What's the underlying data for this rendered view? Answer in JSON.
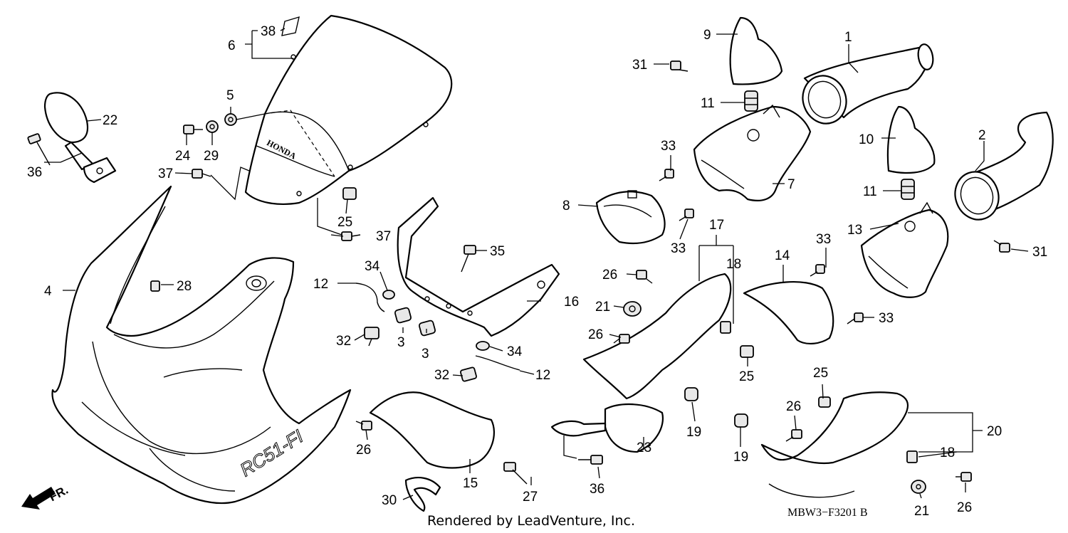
{
  "diagram": {
    "callouts": {
      "c1": "1",
      "c2": "2",
      "c3a": "3",
      "c3b": "3",
      "c4": "4",
      "c5": "5",
      "c6": "6",
      "c7": "7",
      "c8": "8",
      "c9": "9",
      "c10": "10",
      "c11a": "11",
      "c11b": "11",
      "c12a": "12",
      "c12b": "12",
      "c13": "13",
      "c14": "14",
      "c15": "15",
      "c16": "16",
      "c17": "17",
      "c18a": "18",
      "c18b": "18",
      "c19a": "19",
      "c19b": "19",
      "c20": "20",
      "c21a": "21",
      "c21b": "21",
      "c22": "22",
      "c23": "23",
      "c24": "24",
      "c25a": "25",
      "c25b": "25",
      "c25c": "25",
      "c26a": "26",
      "c26b": "26",
      "c26c": "26",
      "c26d": "26",
      "c26e": "26",
      "c27": "27",
      "c28": "28",
      "c29": "29",
      "c30": "30",
      "c31a": "31",
      "c31b": "31",
      "c32a": "32",
      "c32b": "32",
      "c33a": "33",
      "c33b": "33",
      "c33c": "33",
      "c33d": "33",
      "c34a": "34",
      "c34b": "34",
      "c35": "35",
      "c36a": "36",
      "c36b": "36",
      "c37a": "37",
      "c37b": "37",
      "c38": "38"
    },
    "decals": {
      "windscreen_brand": "HONDA",
      "fairing_model": "RC51-FI"
    },
    "direction_label": "FR.",
    "diagram_code": "MBW3−F3201 B",
    "footer": "Rendered by LeadVenture, Inc."
  }
}
